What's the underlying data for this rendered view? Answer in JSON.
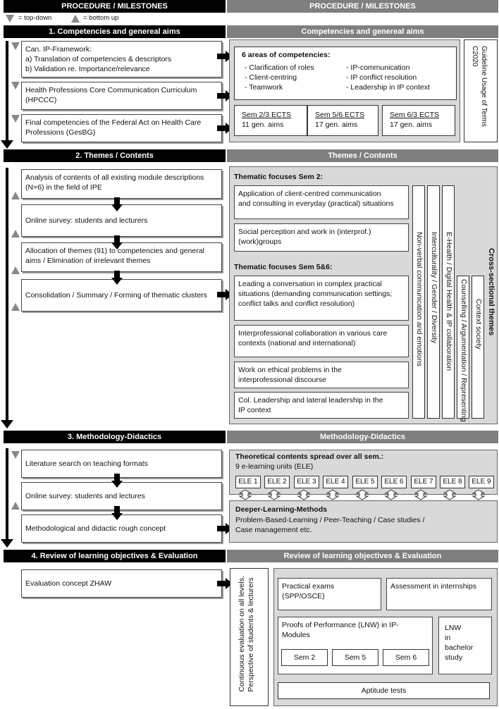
{
  "header": {
    "left": "PROCEDURE  / MILESTONES",
    "right": "PROCEDURE  / MILESTONES"
  },
  "legend": {
    "top_down": "= top-down",
    "bottom_up": "= bottom up"
  },
  "s1": {
    "left_title": "1. Competencies and genereal aims",
    "right_title": "Competencies and genereal aims",
    "box1": [
      "Can. IP-Framework:",
      "a) Translation of competencies & descriptors",
      "b) Validation re. Importance/relevance"
    ],
    "box2": [
      "Health Professions Core Communication Curriculum",
      "(HPCCC)"
    ],
    "box3": [
      "Final competencies of the Federal Act on Health Care",
      "Professions (GesBG)"
    ],
    "areas_title": "6 areas of competencies:",
    "areas_left": [
      "- Clarification of roles",
      "- Client-centring",
      "- Teamwork"
    ],
    "areas_right": [
      "- IP-communication",
      "- IP conflict resolution",
      "- Leadership in IP context"
    ],
    "sem": [
      {
        "title": "Sem 2/3 ECTS",
        "aims": "11 gen. aims"
      },
      {
        "title": "Sem 5/6 ECTS",
        "aims": "17 gen. aims"
      },
      {
        "title": "Sem 6/3 ECTS",
        "aims": "17 gen. aims"
      }
    ],
    "guideline": [
      "Guideline Usage of Terms",
      "C2020"
    ]
  },
  "s2": {
    "left_title": "2. Themes / Contents",
    "right_title": "Themes / Contents",
    "box1": [
      "Analysis of contents of all existing module descriptions",
      "(N=6) in the field of IPE"
    ],
    "box2": "Online survey: students and lecturers",
    "box3": [
      "Allocation of themes (91) to competencies and general",
      "aims / Elimination of irrelevant themes"
    ],
    "box4": "Consolidation / Summary / Forming of thematic clusters",
    "focus_sem2": "Thematic focuses Sem 2:",
    "sem2_items": [
      [
        "Application of client-centred communication",
        "and consulting in everyday (practical) situations"
      ],
      [
        "Social perception and work in (interprof.)",
        "(work)groups"
      ]
    ],
    "focus_sem56": "Thematic focuses Sem 5&6:",
    "sem56_items": [
      [
        "Leading a conversation in complex practical",
        "situations (demanding communication settings;",
        "conflict talks and conflict resolution)"
      ],
      [
        "Interprofessional collaboration in various care",
        "contexts (national and international)"
      ],
      [
        "Work on ethical problems in the",
        "interprofessional discourse"
      ],
      [
        "Col. Leadership and lateral leadership in the",
        "IP context"
      ]
    ],
    "vertical": [
      "Non-verbal communication and emotions",
      "Interculturality / Gender / Diversity",
      "E-Health / Digital Health & IP collaboration",
      "Counselling / Argumentation / Representing",
      "Context society"
    ],
    "cross": "Cross-sectional themes"
  },
  "s3": {
    "left_title": "3. Methodology-Didactics",
    "right_title": "Methodology-Didactics",
    "box1": "Literature search on teaching formats",
    "box2": "Online survey: students and lectures",
    "box3": "Methodological and didactic rough concept",
    "theo_title": "Theoretical contents spread over all sem.:",
    "theo_sub": "9 e-learning units (ELE)",
    "eles": [
      "ELE 1",
      "ELE 2",
      "ELE 3",
      "ELE 4",
      "ELE 5",
      "ELE 6",
      "ELE 7",
      "ELE 8",
      "ELE 9"
    ],
    "deeper_title": "Deeper-Learning-Methods",
    "deeper_text": [
      "Problem-Based-Learning / Peer-Teaching / Case studies /",
      "Case management etc."
    ]
  },
  "s4": {
    "left_title": "4. Review of learning objectives & Evaluation",
    "right_title": "Review of learning objectives & Evaluation",
    "box1": "Evaluation concept ZHAW",
    "continuous": [
      "Continuous evaluation on all levels.",
      "Perspective of students & lecturers"
    ],
    "practical": [
      "Practical exams",
      "(SPP/OSCE)"
    ],
    "assessment": "Assessment in internships",
    "proofs": [
      "Proofs of Performance (LNW) in IP-",
      "Modules"
    ],
    "sems": [
      "Sem 2",
      "Sem 5",
      "Sem 6"
    ],
    "lnw": [
      "LNW",
      "in",
      "bachelor",
      "study"
    ],
    "aptitude": "Aptitude tests"
  }
}
